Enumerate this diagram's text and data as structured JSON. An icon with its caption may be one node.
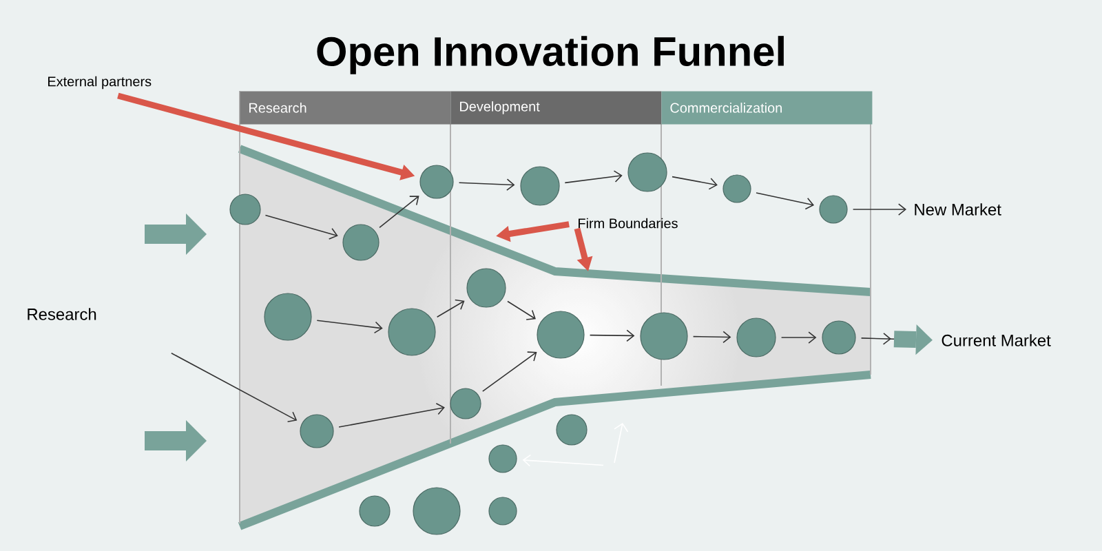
{
  "diagram": {
    "title": "Open Innovation Funnel",
    "nodes": [
      {
        "text": [
          "External partners"
        ]
      },
      {
        "text": [
          "Research"
        ]
      },
      {
        "text": [
          "Firm Boundaries"
        ]
      },
      {
        "text": [
          "New Market"
        ]
      },
      {
        "text": [
          "Current Market"
        ]
      },
      {
        "text": [
          "Research"
        ]
      },
      {
        "text": [
          "Development"
        ]
      },
      {
        "text": [
          "Commercialization"
        ]
      },
      {
        "text": [],
        "shape": "circle"
      },
      {
        "text": [],
        "shape": "circle"
      },
      {
        "text": [],
        "shape": "circle"
      },
      {
        "text": [],
        "shape": "circle"
      },
      {
        "text": [],
        "shape": "circle"
      },
      {
        "text": [],
        "shape": "circle"
      },
      {
        "text": [],
        "shape": "circle"
      },
      {
        "text": [],
        "shape": "circle"
      },
      {
        "text": [],
        "shape": "circle"
      },
      {
        "text": [],
        "shape": "circle"
      },
      {
        "text": [],
        "shape": "circle"
      },
      {
        "text": [],
        "shape": "circle"
      },
      {
        "text": [],
        "shape": "circle"
      },
      {
        "text": [],
        "shape": "circle"
      },
      {
        "text": [],
        "shape": "circle"
      },
      {
        "text": [],
        "shape": "circle"
      },
      {
        "text": [],
        "shape": "circle"
      },
      {
        "text": [],
        "shape": "circle"
      },
      {
        "text": [],
        "shape": "circle"
      },
      {
        "text": [],
        "shape": "circle"
      },
      {
        "text": [],
        "shape": "circle"
      }
    ],
    "edges": [
      {
        "from": 0,
        "to": 10,
        "arrow": "to",
        "style": "thick",
        "color": "#d9574a"
      },
      {
        "from": 8,
        "to": 9,
        "arrow": "to"
      },
      {
        "from": 9,
        "to": 10,
        "arrow": "to"
      },
      {
        "from": 10,
        "to": 11,
        "arrow": "to"
      },
      {
        "from": 11,
        "to": 12,
        "arrow": "to"
      },
      {
        "from": 12,
        "to": 13,
        "arrow": "to"
      },
      {
        "from": 13,
        "to": 14,
        "arrow": "to"
      },
      {
        "from": 14,
        "to": 3,
        "arrow": "to"
      },
      {
        "from": 15,
        "to": 16,
        "arrow": "to"
      },
      {
        "from": 16,
        "to": 17,
        "arrow": "to"
      },
      {
        "from": 17,
        "to": 18,
        "arrow": "to"
      },
      {
        "from": 1,
        "to": 22,
        "arrow": "to"
      },
      {
        "from": 22,
        "to": 23,
        "arrow": "to"
      },
      {
        "from": 23,
        "to": 18,
        "arrow": "to"
      },
      {
        "from": 18,
        "to": 19,
        "arrow": "to"
      },
      {
        "from": 19,
        "to": 20,
        "arrow": "to"
      },
      {
        "from": 20,
        "to": 21,
        "arrow": "to"
      },
      {
        "from": 21,
        "to": 4,
        "arrow": "to"
      },
      {
        "from": 2,
        "to": null,
        "arrow": "to",
        "style": "thick",
        "color": "#d9574a"
      },
      {
        "from": 2,
        "to": null,
        "arrow": "to",
        "style": "thick",
        "color": "#d9574a"
      },
      {
        "from": null,
        "to": 25,
        "arrow": "to",
        "color": "#ffffff"
      }
    ]
  }
}
